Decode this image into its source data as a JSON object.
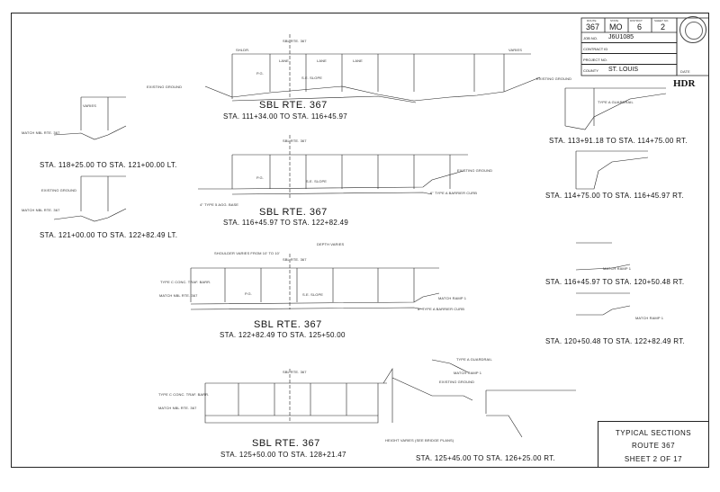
{
  "title_block": {
    "headers": [
      "ROUTE",
      "STATE",
      "DISTRICT",
      "SHEET NO."
    ],
    "values": [
      "367",
      "MO",
      "6",
      "2"
    ],
    "job_no_label": "JOB NO.",
    "job_no": "J6U1085",
    "contract_label": "CONTRACT ID",
    "project_label": "PROJECT NO.",
    "county_label": "COUNTY",
    "county": "ST. LOUIS",
    "date_label": "DATE"
  },
  "logo": "HDR",
  "sections": [
    {
      "title": "SBL RTE. 367",
      "station": "STA. 111+34.00 TO STA. 116+45.97"
    },
    {
      "title": "SBL RTE. 367",
      "station": "STA. 116+45.97 TO STA. 122+82.49"
    },
    {
      "title": "SBL RTE. 367",
      "station": "STA. 122+82.49 TO STA. 125+50.00"
    },
    {
      "title": "SBL RTE. 367",
      "station": "STA. 125+50.00 TO STA. 128+21.47"
    }
  ],
  "side_stations": {
    "l1": "STA. 118+25.00 TO STA. 121+00.00 LT.",
    "l2": "STA. 121+00.00 TO STA. 122+82.49 LT.",
    "r1": "STA. 113+91.18 TO STA. 114+75.00 RT.",
    "r2": "STA. 114+75.00 TO STA. 116+45.97 RT.",
    "r3": "STA. 116+45.97 TO STA. 120+50.48 RT.",
    "r4": "STA. 120+50.48 TO STA. 122+82.49 RT.",
    "bottom": "STA. 125+45.00 TO STA. 126+25.00 RT."
  },
  "sheet_info": {
    "title": "TYPICAL SECTIONS",
    "route": "ROUTE 367",
    "sheet": "SHEET 2 OF 17"
  },
  "labels": {
    "cl": "SBL RTE. 367",
    "lane": "LANE",
    "shldr": "SHLDR.",
    "varies": "VARIES",
    "existing_ground": "EXISTING GROUND",
    "pg": "P.G.",
    "se_slope": "S.E. SLOPE",
    "match": "MATCH NBL RTE. 367",
    "match_ramp": "MATCH RAMP 1",
    "guardrail": "TYPE A GUARDRAIL",
    "barrier_curb": "6\" TYPE A BARRIER CURB",
    "agg_base": "4\" TYPE 5 AGG. BASE",
    "type_c": "TYPE C CONC. TRAF. BARR.",
    "height_note": "HEIGHT VARIES (SEE BRIDGE PLANS)",
    "shoulder_note": "SHOULDER VARIES FROM 10' TO 10'",
    "depth_note": "DEPTH VARIES"
  }
}
